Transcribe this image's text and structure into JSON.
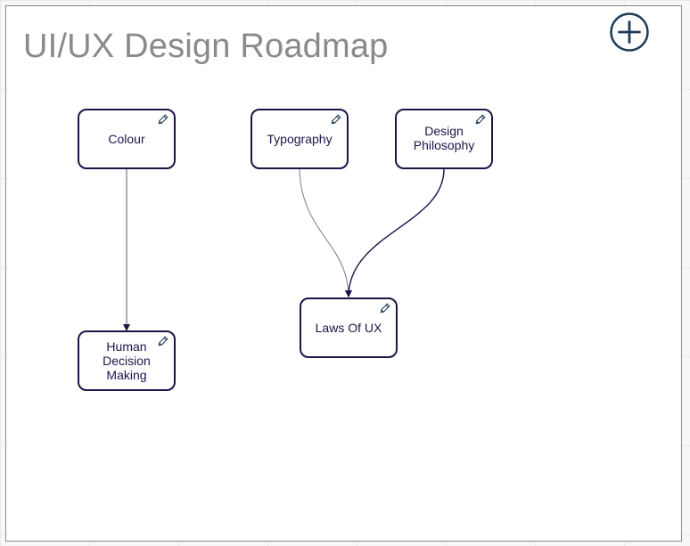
{
  "roadmap": {
    "title": "UI/UX Design Roadmap",
    "add_icon": "plus-circle-icon",
    "edit_icon": "pencil-icon",
    "colors": {
      "node_border": "#1c1448",
      "edge": "#1c1448",
      "title": "#8a8a8a",
      "add_button": "#1b3b57"
    },
    "nodes": [
      {
        "id": "colour",
        "label": "Colour"
      },
      {
        "id": "typography",
        "label": "Typography"
      },
      {
        "id": "design-philosophy",
        "label": "Design Philosophy"
      },
      {
        "id": "laws-of-ux",
        "label": "Laws Of UX"
      },
      {
        "id": "human-decision-making",
        "label": "Human Decision Making"
      }
    ],
    "edges": [
      {
        "from": "colour",
        "to": "human-decision-making"
      },
      {
        "from": "typography",
        "to": "laws-of-ux"
      },
      {
        "from": "design-philosophy",
        "to": "laws-of-ux"
      }
    ]
  }
}
